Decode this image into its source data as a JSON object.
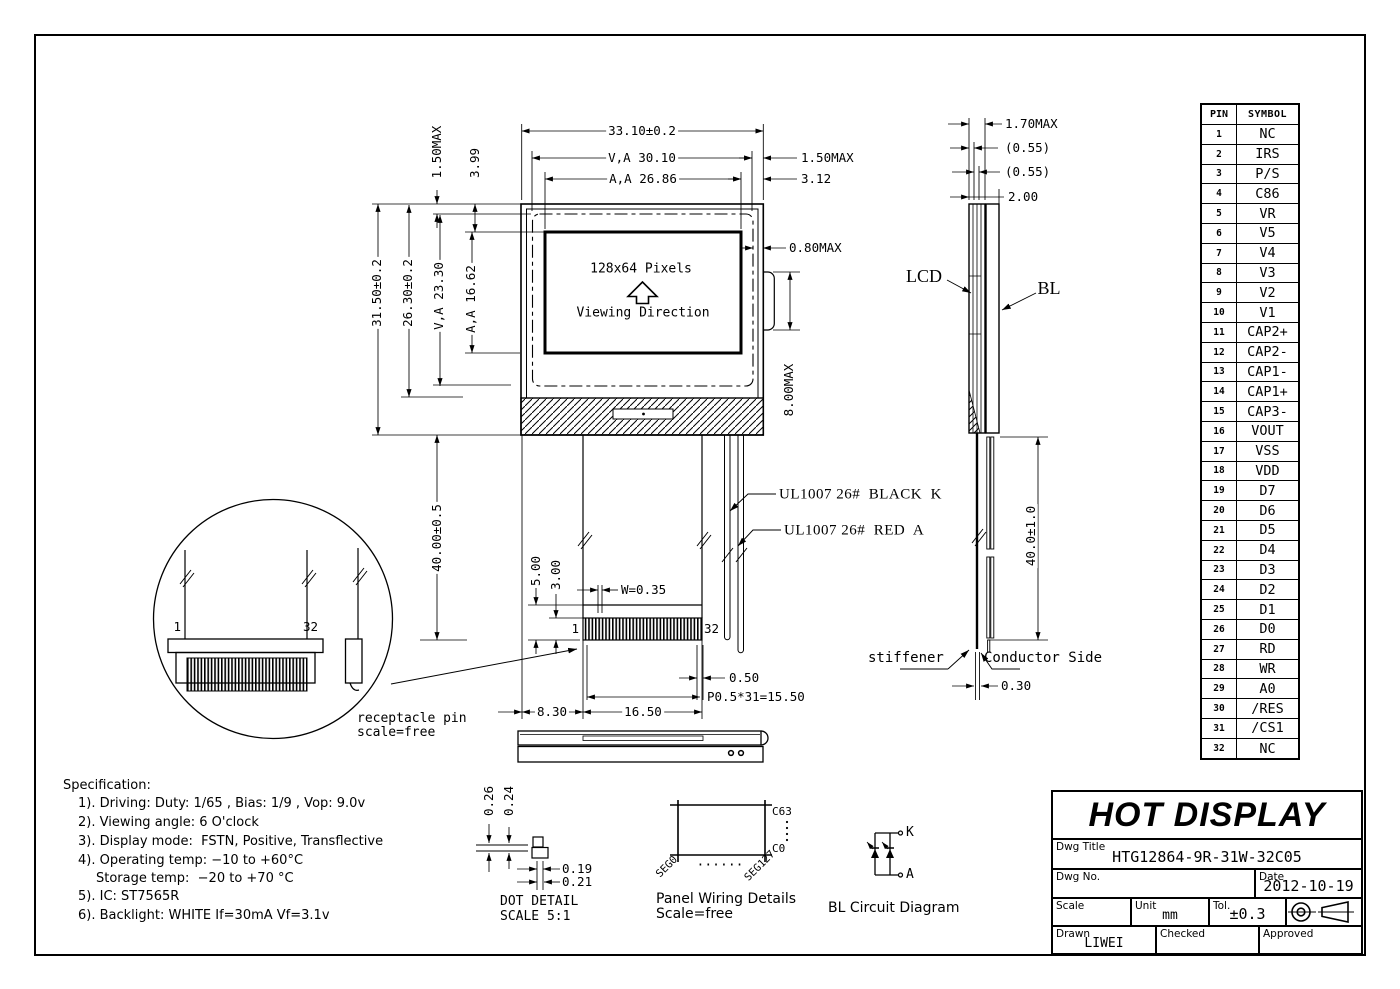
{
  "colors": {
    "ink": "#000000",
    "paper": "#ffffff"
  },
  "front_view": {
    "pixels": "128x64 Pixels",
    "viewing": "Viewing Direction",
    "dim_width": "33.10±0.2",
    "dim_width_va": "V,A 30.10",
    "dim_width_aa": "A,A 26.86",
    "dim_right_va": "1.50MAX",
    "dim_right_aa": "3.12",
    "dim_top_va": "1.50MAX",
    "dim_top_aa": "3.99",
    "dim_height": "31.50±0.2",
    "dim_height_inner": "26.30±0.2",
    "dim_height_va": "V,A 23.30",
    "dim_height_aa": "A,A 16.62",
    "dim_bezel": "0.80MAX",
    "dim_tab": "8.00MAX"
  },
  "fpc": {
    "dim_length": "40.00±0.5",
    "dim_exposed": "5.00",
    "dim_contact": "3.00",
    "dim_trace_width": "W=0.35",
    "pin_first": "1",
    "pin_last": "32",
    "dim_offset": "8.30",
    "dim_width": "16.50",
    "dim_end": "0.50",
    "dim_pitch": "P0.5*31=15.50"
  },
  "wires": {
    "black_label": "UL1007 26#  BLACK  K",
    "red_label": "UL1007 26#  RED  A"
  },
  "receptacle": {
    "pin_first": "1",
    "pin_last": "32",
    "caption_line1": "receptacle pin",
    "caption_line2": "scale=free"
  },
  "side_view": {
    "dim_total": "1.70MAX",
    "dim_lcd": "(0.55)",
    "dim_pol": "(0.55)",
    "dim_bl": "2.00",
    "lcd_label": "LCD",
    "bl_label": "BL",
    "dim_fpc_length": "40.0±1.0",
    "stiffener_label": "stiffener",
    "conductor_label": "Conductor Side",
    "dim_stiffener": "0.30"
  },
  "pin_table": {
    "headers": [
      "PIN",
      "SYMBOL"
    ],
    "rows": [
      [
        "1",
        "NC"
      ],
      [
        "2",
        "IRS"
      ],
      [
        "3",
        "P/S"
      ],
      [
        "4",
        "C86"
      ],
      [
        "5",
        "VR"
      ],
      [
        "6",
        "V5"
      ],
      [
        "7",
        "V4"
      ],
      [
        "8",
        "V3"
      ],
      [
        "9",
        "V2"
      ],
      [
        "10",
        "V1"
      ],
      [
        "11",
        "CAP2+"
      ],
      [
        "12",
        "CAP2-"
      ],
      [
        "13",
        "CAP1-"
      ],
      [
        "14",
        "CAP1+"
      ],
      [
        "15",
        "CAP3-"
      ],
      [
        "16",
        "VOUT"
      ],
      [
        "17",
        "VSS"
      ],
      [
        "18",
        "VDD"
      ],
      [
        "19",
        "D7"
      ],
      [
        "20",
        "D6"
      ],
      [
        "21",
        "D5"
      ],
      [
        "22",
        "D4"
      ],
      [
        "23",
        "D3"
      ],
      [
        "24",
        "D2"
      ],
      [
        "25",
        "D1"
      ],
      [
        "26",
        "D0"
      ],
      [
        "27",
        "RD"
      ],
      [
        "28",
        "WR"
      ],
      [
        "29",
        "A0"
      ],
      [
        "30",
        "/RES"
      ],
      [
        "31",
        "/CS1"
      ],
      [
        "32",
        "NC"
      ]
    ]
  },
  "specification": {
    "title": "Specification:",
    "lines": [
      "1). Driving: Duty: 1/65 , Bias: 1/9 , Vop: 9.0v",
      "2). Viewing angle: 6 O'clock",
      "3). Display mode:  FSTN, Positive, Transflective",
      "4). Operating temp: −10 to +60°C",
      "Storage temp:  −20 to +70 °C",
      "5). IC: ST7565R",
      "6). Backlight: WHITE If=30mA Vf=3.1v"
    ]
  },
  "dot_detail": {
    "dim_h1": "0.26",
    "dim_h2": "0.24",
    "dim_w1": "0.19",
    "dim_w2": "0.21",
    "caption_line1": "DOT DETAIL",
    "caption_line2": "SCALE 5:1"
  },
  "panel_wiring": {
    "com_top": "C63",
    "com_bottom": "C0",
    "seg_first": "SEG0",
    "seg_last": "SEG127",
    "dots": "......",
    "caption_line1": "Panel Wiring Details",
    "caption_line2": "Scale=free"
  },
  "bl_circuit": {
    "cathode": "K",
    "anode": "A",
    "caption": "BL Circuit Diagram"
  },
  "title_block": {
    "company": "HOT DISPLAY",
    "dwg_title_label": "Dwg Title",
    "dwg_title": "HTG12864-9R-31W-32C05",
    "dwg_no_label": "Dwg No.",
    "dwg_no": "",
    "date_label": "Date",
    "date": "2012-10-19",
    "scale_label": "Scale",
    "scale": "",
    "unit_label": "Unit",
    "unit": "mm",
    "tol_label": "Tol.",
    "tol": "±0.3",
    "drawn_label": "Drawn",
    "drawn": "LIWEI",
    "checked_label": "Checked",
    "checked": "",
    "approved_label": "Approved",
    "approved": ""
  }
}
